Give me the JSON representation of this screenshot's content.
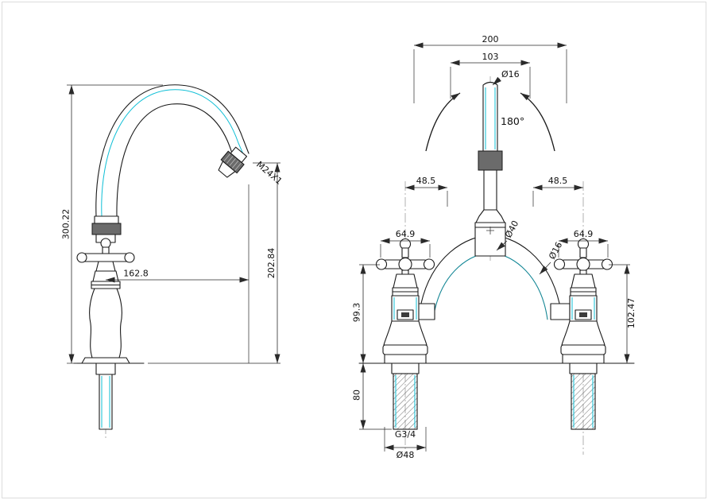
{
  "drawing": {
    "colors": {
      "line": "#1a1a1a",
      "accent": "#0fbfd6",
      "background": "#ffffff"
    },
    "side_view": {
      "overall_height": "300.22",
      "spout_height": "202.84",
      "spout_reach": "162.8",
      "aerator_thread": "M24X1"
    },
    "front_view": {
      "overall_width": "200",
      "inner_width": "103",
      "spout_pipe_diameter": "Ø16",
      "swivel_angle": "180°",
      "offset_left": "48.5",
      "offset_right": "48.5",
      "body_diameter": "Ø40",
      "bridge_tube_diameter": "Ø16",
      "handle_width_left": "64.9",
      "handle_width_right": "64.9",
      "deck_to_handle_left": "99.3",
      "deck_to_handle_right": "102.47",
      "tail_length": "80",
      "tail_thread": "G3/4",
      "base_diameter": "Ø48"
    }
  }
}
